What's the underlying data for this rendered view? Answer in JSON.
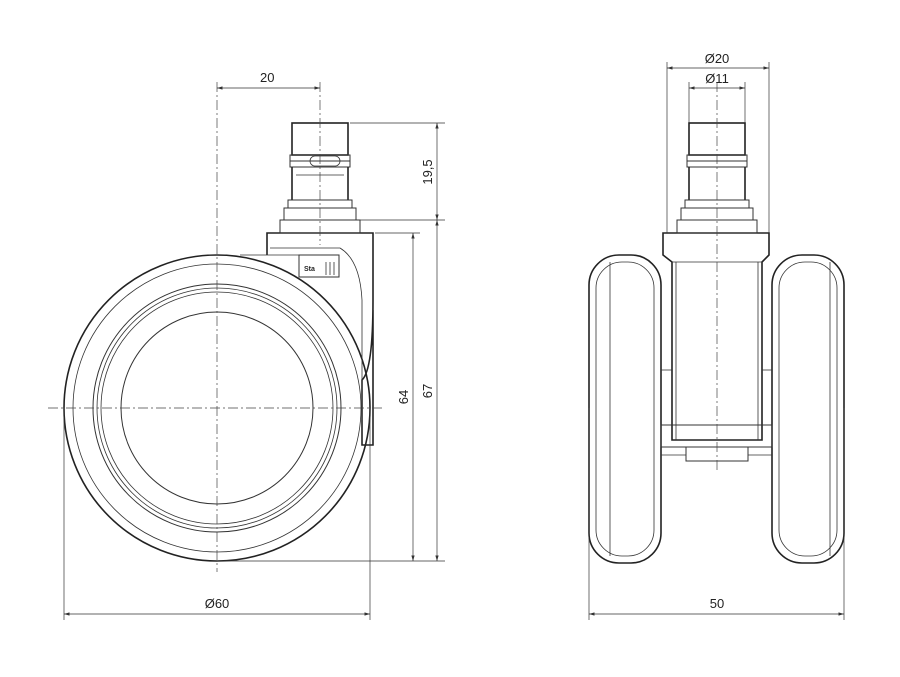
{
  "side_view": {
    "dim_top_width": "20",
    "dim_stem_height": "19,5",
    "dim_height_inner": "64",
    "dim_height_total": "67",
    "dim_wheel_diameter": "Ø60"
  },
  "front_view": {
    "dim_outer_stem_diameter": "Ø20",
    "dim_inner_stem_diameter": "Ø11",
    "dim_total_width": "50"
  },
  "logo_text": "Sta"
}
